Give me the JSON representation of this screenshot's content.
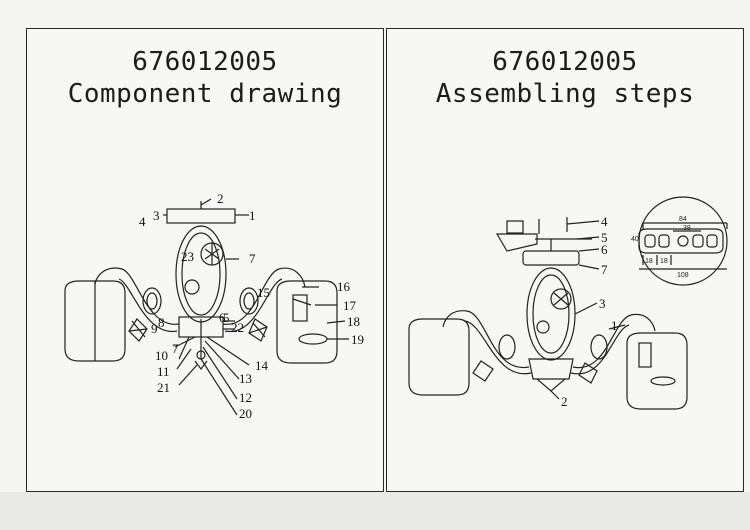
{
  "left_panel": {
    "model_number": "676012005",
    "heading": "Component drawing",
    "part_labels": [
      "1",
      "2",
      "3",
      "4",
      "5",
      "6",
      "7",
      "7",
      "8",
      "9",
      "10",
      "11",
      "12",
      "13",
      "14",
      "15",
      "16",
      "17",
      "18",
      "19",
      "20",
      "21",
      "22",
      "23"
    ]
  },
  "right_panel": {
    "model_number": "676012005",
    "heading": "Assembling steps",
    "step_labels": [
      "1",
      "2",
      "3",
      "4",
      "5",
      "6",
      "7"
    ],
    "inset_dimensions": [
      "84",
      "38",
      "18",
      "18",
      "108",
      "40"
    ]
  }
}
